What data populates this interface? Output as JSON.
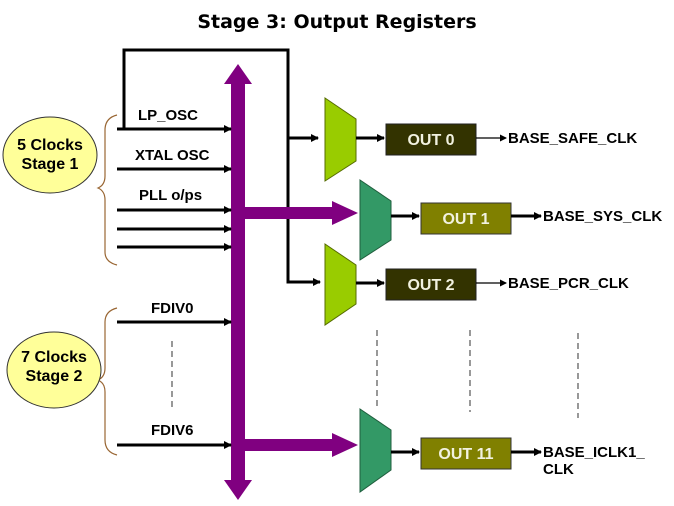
{
  "title": "Stage 3: Output Registers",
  "groups": [
    {
      "label_line1": "5 Clocks",
      "label_line2": "Stage 1"
    },
    {
      "label_line1": "7 Clocks",
      "label_line2": "Stage 2"
    }
  ],
  "inputs": {
    "lp_osc": "LP_OSC",
    "xtal_osc": "XTAL OSC",
    "pll": "PLL o/ps",
    "fdiv0": "FDIV0",
    "fdiv6": "FDIV6"
  },
  "outputs": [
    {
      "register": "OUT 0",
      "signal": "BASE_SAFE_CLK"
    },
    {
      "register": "OUT 1",
      "signal": "BASE_SYS_CLK"
    },
    {
      "register": "OUT 2",
      "signal": "BASE_PCR_CLK"
    },
    {
      "register": "OUT 11",
      "signal_line1": "BASE_ICLK1_",
      "signal_line2": "CLK"
    }
  ],
  "colors": {
    "bus": "#800080",
    "mux_light": "#99cc00",
    "mux_dark": "#339966",
    "box_dark": "#333300",
    "box_olive": "#808000",
    "ellipse": "#ffff99",
    "brace": "#996633"
  }
}
